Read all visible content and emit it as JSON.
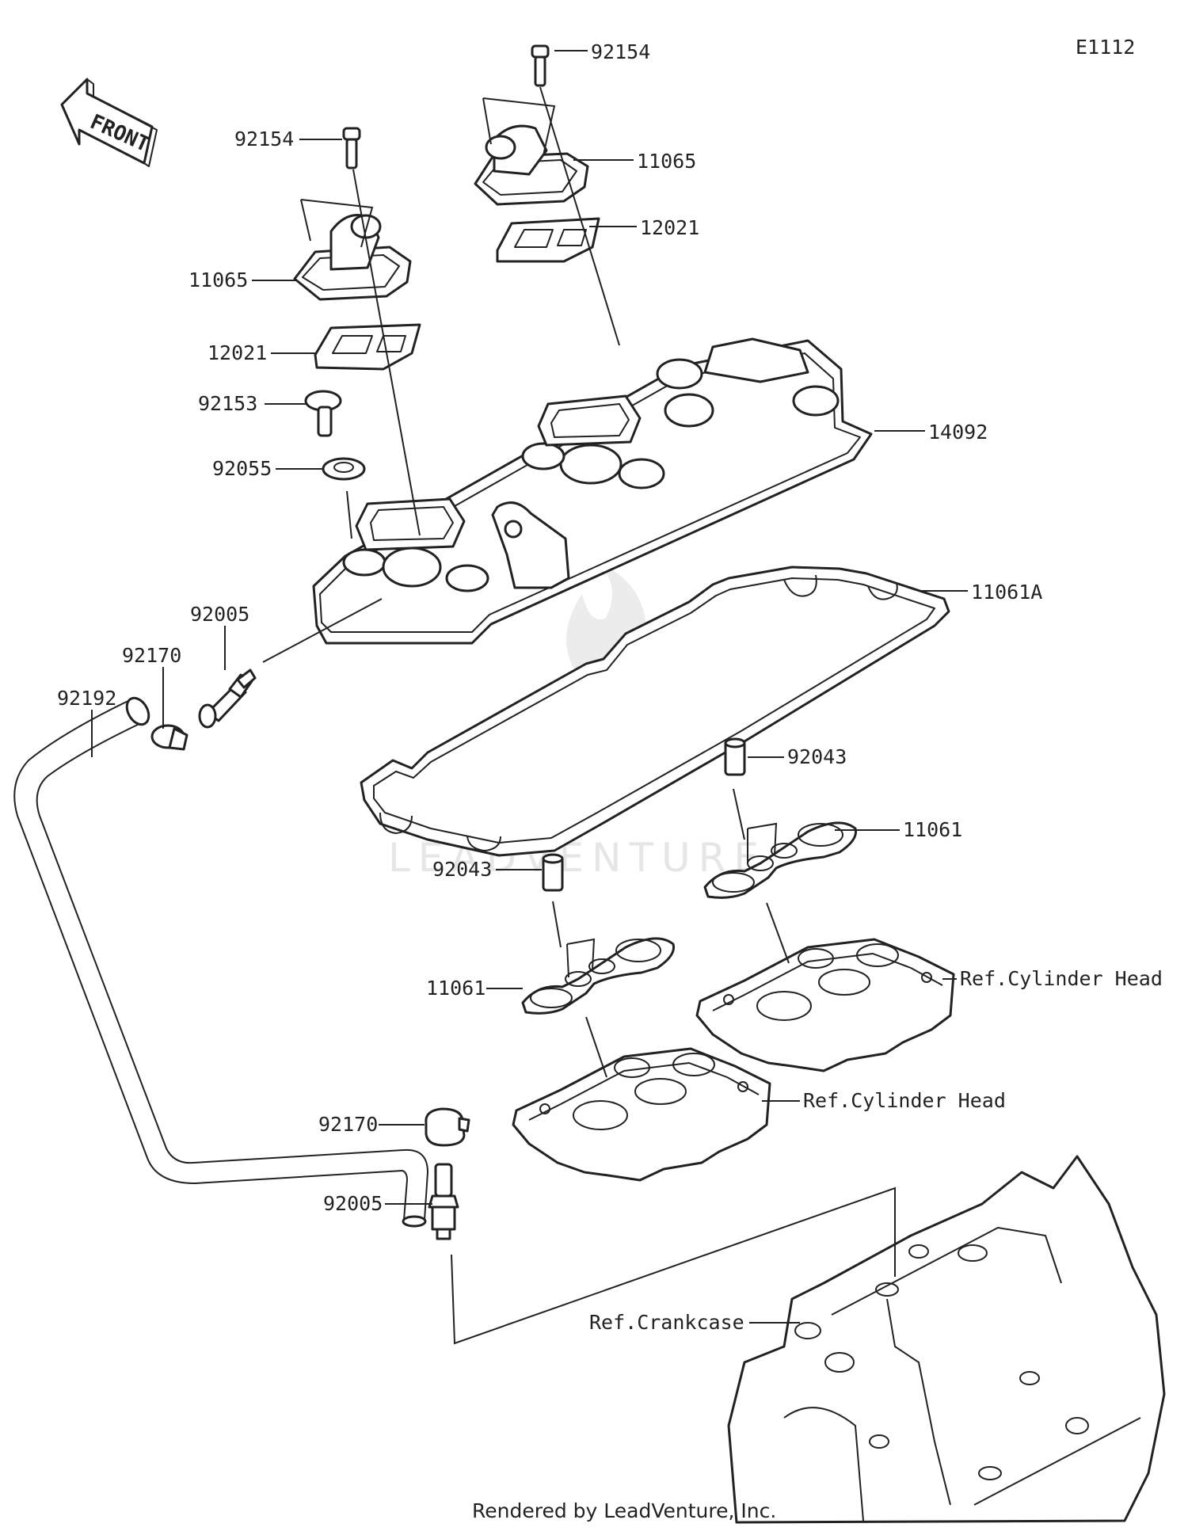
{
  "diagram_code": "E1112",
  "front_arrow_label": "FRONT",
  "watermark": "LEADVENTURE",
  "footer": "Rendered by LeadVenture, Inc.",
  "callouts": {
    "c01": "92154",
    "c02": "92154",
    "c03": "11065",
    "c04": "11065",
    "c05": "12021",
    "c06": "12021",
    "c07": "92153",
    "c08": "14092",
    "c09": "92055",
    "c10": "11061A",
    "c11": "92005",
    "c12": "92170",
    "c13": "92192",
    "c14": "92043",
    "c15": "11061",
    "c16": "92043",
    "c17": "Ref.Cylinder Head",
    "c18": "11061",
    "c19": "Ref.Cylinder Head",
    "c20": "92170",
    "c21": "92005",
    "c22": "Ref.Crankcase"
  }
}
